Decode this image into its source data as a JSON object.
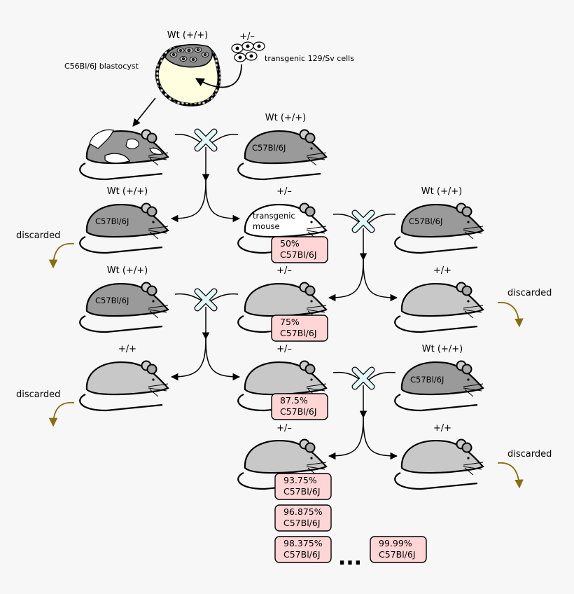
{
  "header": {
    "wt_top": "Wt (+/+)",
    "het_top": "+/–",
    "blastocyst": "C56Bl/6J blastocyst",
    "cells": "transgenic 129/Sv cells"
  },
  "labels": {
    "wt": "Wt (+/+)",
    "het": "+/–",
    "homo": "+/+",
    "discarded": "discarded",
    "strain": "C57Bl/6J",
    "transgenic_line1": "transgenic",
    "transgenic_line2": "mouse",
    "ellipsis": "..."
  },
  "percentages": [
    {
      "value": "50%",
      "strain": "C57Bl/6J"
    },
    {
      "value": "75%",
      "strain": "C57Bl/6J"
    },
    {
      "value": "87.5%",
      "strain": "C57Bl/6J"
    },
    {
      "value": "93.75%",
      "strain": "C57Bl/6J"
    },
    {
      "value": "96.875%",
      "strain": "C57Bl/6J"
    },
    {
      "value": "98.375%",
      "strain": "C57Bl/6J"
    },
    {
      "value": "99.99%",
      "strain": "C57Bl/6J"
    }
  ],
  "colors": {
    "dark_mouse": "#9a9a9a",
    "light_mouse": "#c8c8c8",
    "white_mouse": "#ffffff",
    "box_fill": "#ffd5d5",
    "cross": "#dff7f7",
    "discard_arrow": "#8a6d10",
    "blastocyst": "#ffffe0"
  }
}
